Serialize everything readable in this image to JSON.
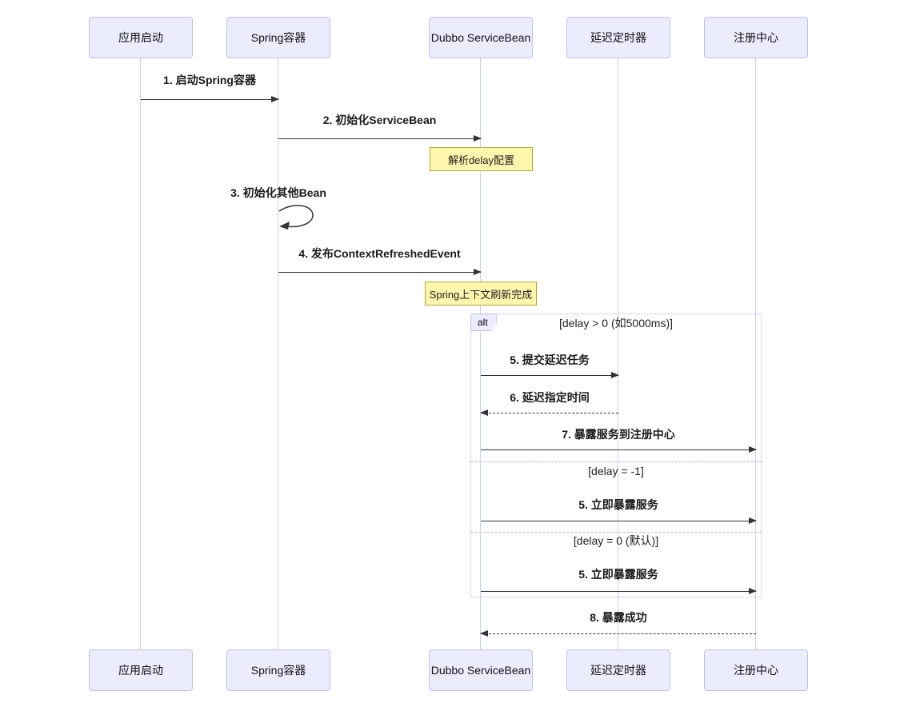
{
  "actors": [
    {
      "label": "应用启动"
    },
    {
      "label": "Spring容器"
    },
    {
      "label": "Dubbo ServiceBean"
    },
    {
      "label": "延迟定时器"
    },
    {
      "label": "注册中心"
    }
  ],
  "messages": [
    {
      "label": "1. 启动Spring容器",
      "from": "应用启动",
      "to": "Spring容器",
      "line": "solid"
    },
    {
      "label": "2. 初始化ServiceBean",
      "from": "Spring容器",
      "to": "Dubbo ServiceBean",
      "line": "solid"
    },
    {
      "label": "3. 初始化其他Bean",
      "from": "Spring容器",
      "to": "Spring容器",
      "line": "self"
    },
    {
      "label": "4. 发布ContextRefreshedEvent",
      "from": "Spring容器",
      "to": "Dubbo ServiceBean",
      "line": "solid"
    },
    {
      "label": "5. 提交延迟任务",
      "from": "Dubbo ServiceBean",
      "to": "延迟定时器",
      "line": "solid"
    },
    {
      "label": "6. 延迟指定时间",
      "from": "延迟定时器",
      "to": "Dubbo ServiceBean",
      "line": "dashed"
    },
    {
      "label": "7. 暴露服务到注册中心",
      "from": "Dubbo ServiceBean",
      "to": "注册中心",
      "line": "solid"
    },
    {
      "label": "5. 立即暴露服务",
      "from": "Dubbo ServiceBean",
      "to": "注册中心",
      "line": "solid"
    },
    {
      "label": "5. 立即暴露服务",
      "from": "Dubbo ServiceBean",
      "to": "注册中心",
      "line": "solid"
    },
    {
      "label": "8. 暴露成功",
      "from": "注册中心",
      "to": "Dubbo ServiceBean",
      "line": "dashed"
    }
  ],
  "notes": [
    {
      "label": "解析delay配置",
      "over": "Dubbo ServiceBean"
    },
    {
      "label": "Spring上下文刷新完成",
      "over": "Dubbo ServiceBean"
    }
  ],
  "alt_frame": {
    "label": "alt",
    "branches": [
      {
        "condition": "[delay > 0 (如5000ms)]"
      },
      {
        "condition": "[delay = -1]"
      },
      {
        "condition": "[delay = 0 (默认)]"
      }
    ]
  },
  "colors": {
    "actor_fill": "#ECECFF",
    "actor_border": "#c3c0e8",
    "lifeline": "#ccccf2",
    "note_fill": "#fff5ad",
    "note_border": "#aaaa33",
    "frame_border": "#b9b4e4",
    "arrow": "#333333"
  }
}
